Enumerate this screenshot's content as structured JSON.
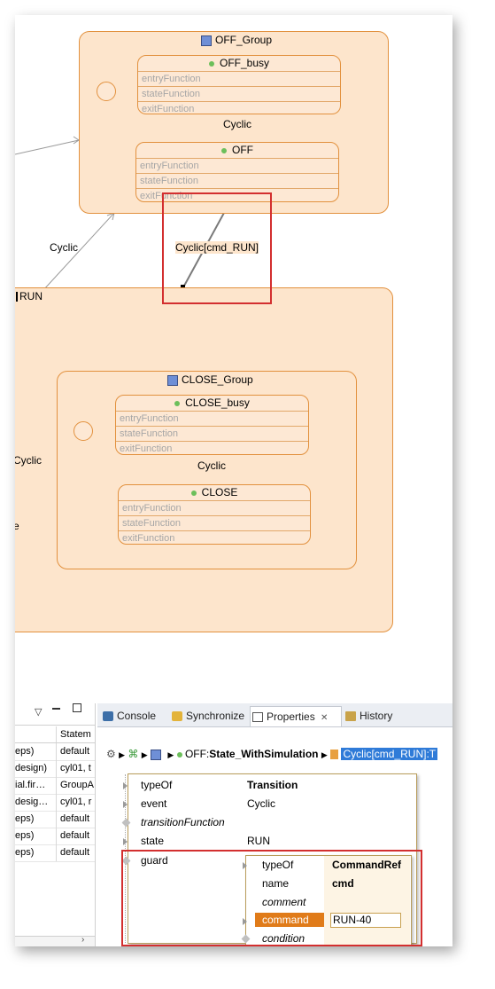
{
  "diagram": {
    "off_group": {
      "title": "OFF_Group",
      "off_busy": {
        "title": "OFF_busy",
        "rows": [
          "entryFunction",
          "stateFunction",
          "exitFunction"
        ]
      },
      "off": {
        "title": "OFF",
        "rows": [
          "entryFunction",
          "stateFunction",
          "exitFunction"
        ]
      },
      "cyclic_label": "Cyclic"
    },
    "run_group": {
      "title": "RUN",
      "close_group": {
        "title": "CLOSE_Group",
        "close_busy": {
          "title": "CLOSE_busy",
          "rows": [
            "entryFunction",
            "stateFunction",
            "exitFunction"
          ]
        },
        "close": {
          "title": "CLOSE",
          "rows": [
            "entryFunction",
            "stateFunction",
            "exitFunction"
          ]
        },
        "cyclic_label": "Cyclic"
      }
    },
    "left_cyclic_label": "Cyclic",
    "left_cyclic_label_2": "Cyclic",
    "left_fragment_e": "e",
    "selected_transition_label": "Cyclic[cmd_RUN]",
    "colors": {
      "state_fill": "#fde5cc",
      "state_border": "#e2913e",
      "highlight": "#d32f2f"
    }
  },
  "left_panel": {
    "column_header": "Statem",
    "rows": [
      {
        "a": "eps)",
        "b": "default"
      },
      {
        "a": "design)",
        "b": "cyl01, t"
      },
      {
        "a": "ial.fir…",
        "b": "GroupA"
      },
      {
        "a": "desig…",
        "b": "cyl01, r"
      },
      {
        "a": "eps)",
        "b": "default"
      },
      {
        "a": "eps)",
        "b": "default"
      },
      {
        "a": "eps)",
        "b": "default"
      }
    ]
  },
  "tabs": {
    "console": "Console",
    "synchronize": "Synchronize",
    "properties": "Properties",
    "history": "History"
  },
  "breadcrumb": {
    "prefix": "OFF:",
    "state": "State_WithSimulation",
    "selected": "Cyclic[cmd_RUN]:T"
  },
  "properties": {
    "outer": [
      {
        "key": "typeOf",
        "value": "Transition",
        "bold": true
      },
      {
        "key": "event",
        "value": "Cyclic"
      },
      {
        "key": "transitionFunction",
        "value": ""
      },
      {
        "key": "state",
        "value": "RUN"
      },
      {
        "key": "guard",
        "value": ""
      }
    ],
    "guard": [
      {
        "key": "typeOf",
        "value": "CommandRef"
      },
      {
        "key": "name",
        "value": "cmd"
      },
      {
        "key": "comment",
        "value": ""
      },
      {
        "key": "command",
        "value": "RUN-40"
      },
      {
        "key": "condition",
        "value": ""
      }
    ]
  }
}
